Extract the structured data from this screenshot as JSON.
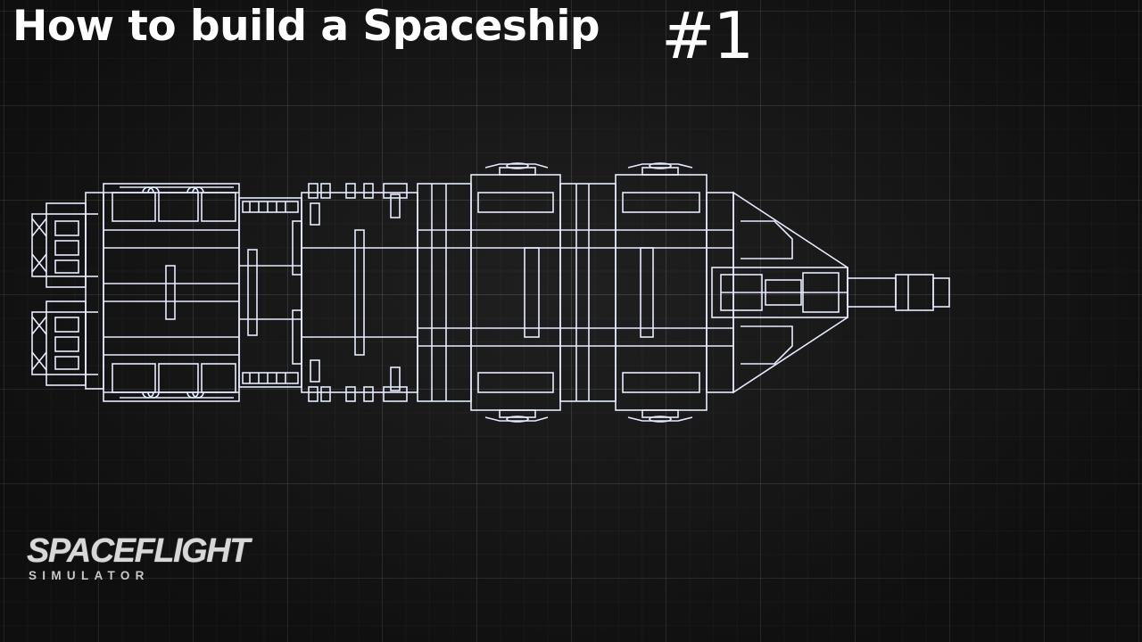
{
  "title": "How to build a Spaceship",
  "episode": "#1",
  "logo": {
    "main": "SPACEFLIGHT",
    "sub": "SIMULATOR"
  },
  "colors": {
    "background": "#171717",
    "grid": "#ffffff",
    "blueprint_line": "#e6ecff",
    "text": "#ffffff"
  }
}
